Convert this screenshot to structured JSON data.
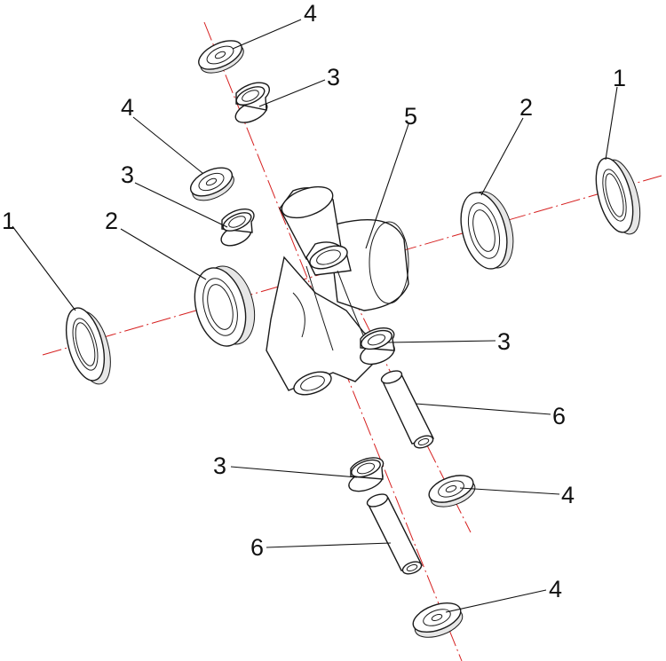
{
  "callouts": [
    {
      "id": "c1a",
      "text": "4"
    },
    {
      "id": "c1b",
      "text": "3"
    },
    {
      "id": "c1c",
      "text": "4"
    },
    {
      "id": "c1d",
      "text": "3"
    },
    {
      "id": "c1e",
      "text": "5"
    },
    {
      "id": "c1f",
      "text": "2"
    },
    {
      "id": "c1g",
      "text": "1"
    },
    {
      "id": "c1h",
      "text": "1"
    },
    {
      "id": "c1i",
      "text": "2"
    },
    {
      "id": "c1j",
      "text": "3"
    },
    {
      "id": "c1k",
      "text": "6"
    },
    {
      "id": "c1l",
      "text": "3"
    },
    {
      "id": "c1m",
      "text": "4"
    },
    {
      "id": "c1n",
      "text": "6"
    },
    {
      "id": "c1o",
      "text": "4"
    }
  ]
}
